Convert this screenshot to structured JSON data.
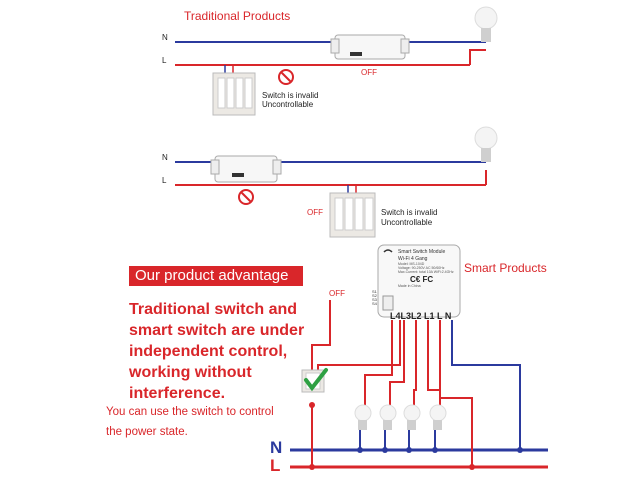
{
  "top": {
    "title": "Traditional Products",
    "n_label": "N",
    "l_label": "L",
    "off_label": "OFF",
    "status_line1": "Switch is invalid",
    "status_line2": "Uncontrollable"
  },
  "middle": {
    "n_label": "N",
    "l_label": "L",
    "off_label": "OFF",
    "status_line1": "Switch is invalid",
    "status_line2": "Uncontrollable"
  },
  "bottom": {
    "smart_title": "Smart Products",
    "off_label": "OFF",
    "banner": "Our product advantage",
    "headline": "Traditional switch and smart switch are under independent control, working without interference.",
    "note": "You can use the switch to control the power state.",
    "n_label": "N",
    "l_label": "L",
    "module": {
      "name": "Smart Switch Module",
      "type": "Wi-Fi 4 Gang",
      "spec1": "Model: MS-104D",
      "spec2": "Voltage: 90-250V AC 50/60Hz",
      "spec3": "Max.Current: total 10A  WiFi:2.4GHz",
      "origin": "Made in China",
      "certs": "C€ FC",
      "terminals": "L4L3L2 L1  L N",
      "s_labels": [
        "S1",
        "S2",
        "S3",
        "S4"
      ]
    }
  },
  "colors": {
    "red": "#d9262a",
    "blue": "#2b3a9e",
    "green": "#2ea043"
  }
}
